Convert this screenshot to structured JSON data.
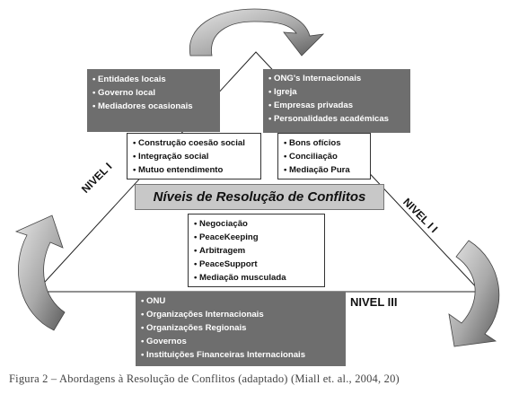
{
  "boxes": {
    "top_left_dark": [
      "Entidades locais",
      "Governo local",
      "Mediadores ocasionais"
    ],
    "top_right_dark": [
      "ONG's Internacionais",
      "Igreja",
      "Empresas privadas",
      "Personalidades académicas"
    ],
    "left_light": [
      "Construção coesão social",
      "Integração social",
      "Mutuo entendimento"
    ],
    "right_light": [
      "Bons ofícios",
      "Conciliação",
      "Mediação Pura"
    ],
    "center_light": [
      "Negociação",
      "PeaceKeeping",
      "Arbitragem",
      "PeaceSupport",
      "Mediação musculada"
    ],
    "bottom_dark": [
      "ONU",
      "Organizações Internacionais",
      "Organizações Regionais",
      "Governos",
      "Instituições Financeiras Internacionais"
    ]
  },
  "title": "Níveis de Resolução de Conflitos",
  "levels": {
    "one": "NIVEL I",
    "two": "NIVEL I I",
    "three": "NIVEL III"
  },
  "caption": "Figura 2 – Abordagens à Resolução de Conflitos (adaptado) (Miall et. al., 2004, 20)"
}
